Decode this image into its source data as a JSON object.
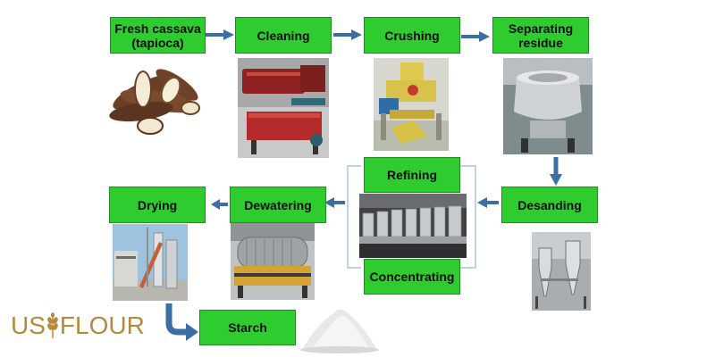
{
  "steps": {
    "fresh": "Fresh cassava\n(tapioca)",
    "cleaning": "Cleaning",
    "crushing": "Crushing",
    "separating": "Separating\nresidue",
    "desanding": "Desanding",
    "refining": "Refining",
    "concentrating": "Concentrating",
    "dewatering": "Dewatering",
    "drying": "Drying",
    "starch": "Starch"
  },
  "logo": {
    "left": "US",
    "right": "FLOUR"
  },
  "colors": {
    "box": "#2ecc2e",
    "box_border": "#1f8f1f",
    "arrow": "#3a6ea5",
    "logo": "#b58a3e"
  }
}
